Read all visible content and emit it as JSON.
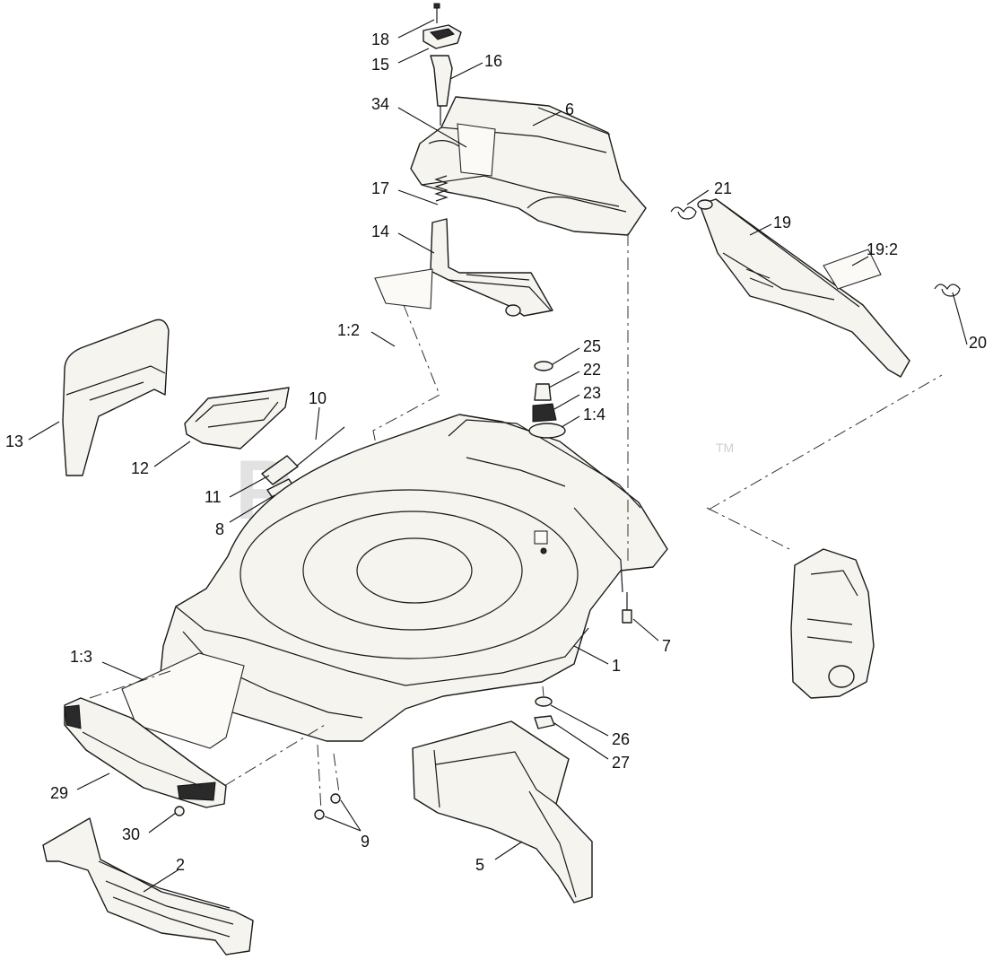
{
  "watermark": {
    "text": "PartsTree",
    "trademark": "TM"
  },
  "callouts": [
    {
      "id": "18",
      "text": "18"
    },
    {
      "id": "15",
      "text": "15"
    },
    {
      "id": "16",
      "text": "16"
    },
    {
      "id": "34",
      "text": "34"
    },
    {
      "id": "6",
      "text": "6"
    },
    {
      "id": "17",
      "text": "17"
    },
    {
      "id": "14",
      "text": "14"
    },
    {
      "id": "21",
      "text": "21"
    },
    {
      "id": "19",
      "text": "19"
    },
    {
      "id": "19_2",
      "text": "19:2"
    },
    {
      "id": "20",
      "text": "20"
    },
    {
      "id": "1_2",
      "text": "1:2"
    },
    {
      "id": "25",
      "text": "25"
    },
    {
      "id": "22",
      "text": "22"
    },
    {
      "id": "23",
      "text": "23"
    },
    {
      "id": "1_4",
      "text": "1:4"
    },
    {
      "id": "13",
      "text": "13"
    },
    {
      "id": "12",
      "text": "12"
    },
    {
      "id": "10",
      "text": "10"
    },
    {
      "id": "11",
      "text": "11"
    },
    {
      "id": "8",
      "text": "8"
    },
    {
      "id": "7",
      "text": "7"
    },
    {
      "id": "1",
      "text": "1"
    },
    {
      "id": "1_3",
      "text": "1:3"
    },
    {
      "id": "26",
      "text": "26"
    },
    {
      "id": "27",
      "text": "27"
    },
    {
      "id": "29",
      "text": "29"
    },
    {
      "id": "30",
      "text": "30"
    },
    {
      "id": "9",
      "text": "9"
    },
    {
      "id": "2",
      "text": "2"
    },
    {
      "id": "5",
      "text": "5"
    }
  ]
}
